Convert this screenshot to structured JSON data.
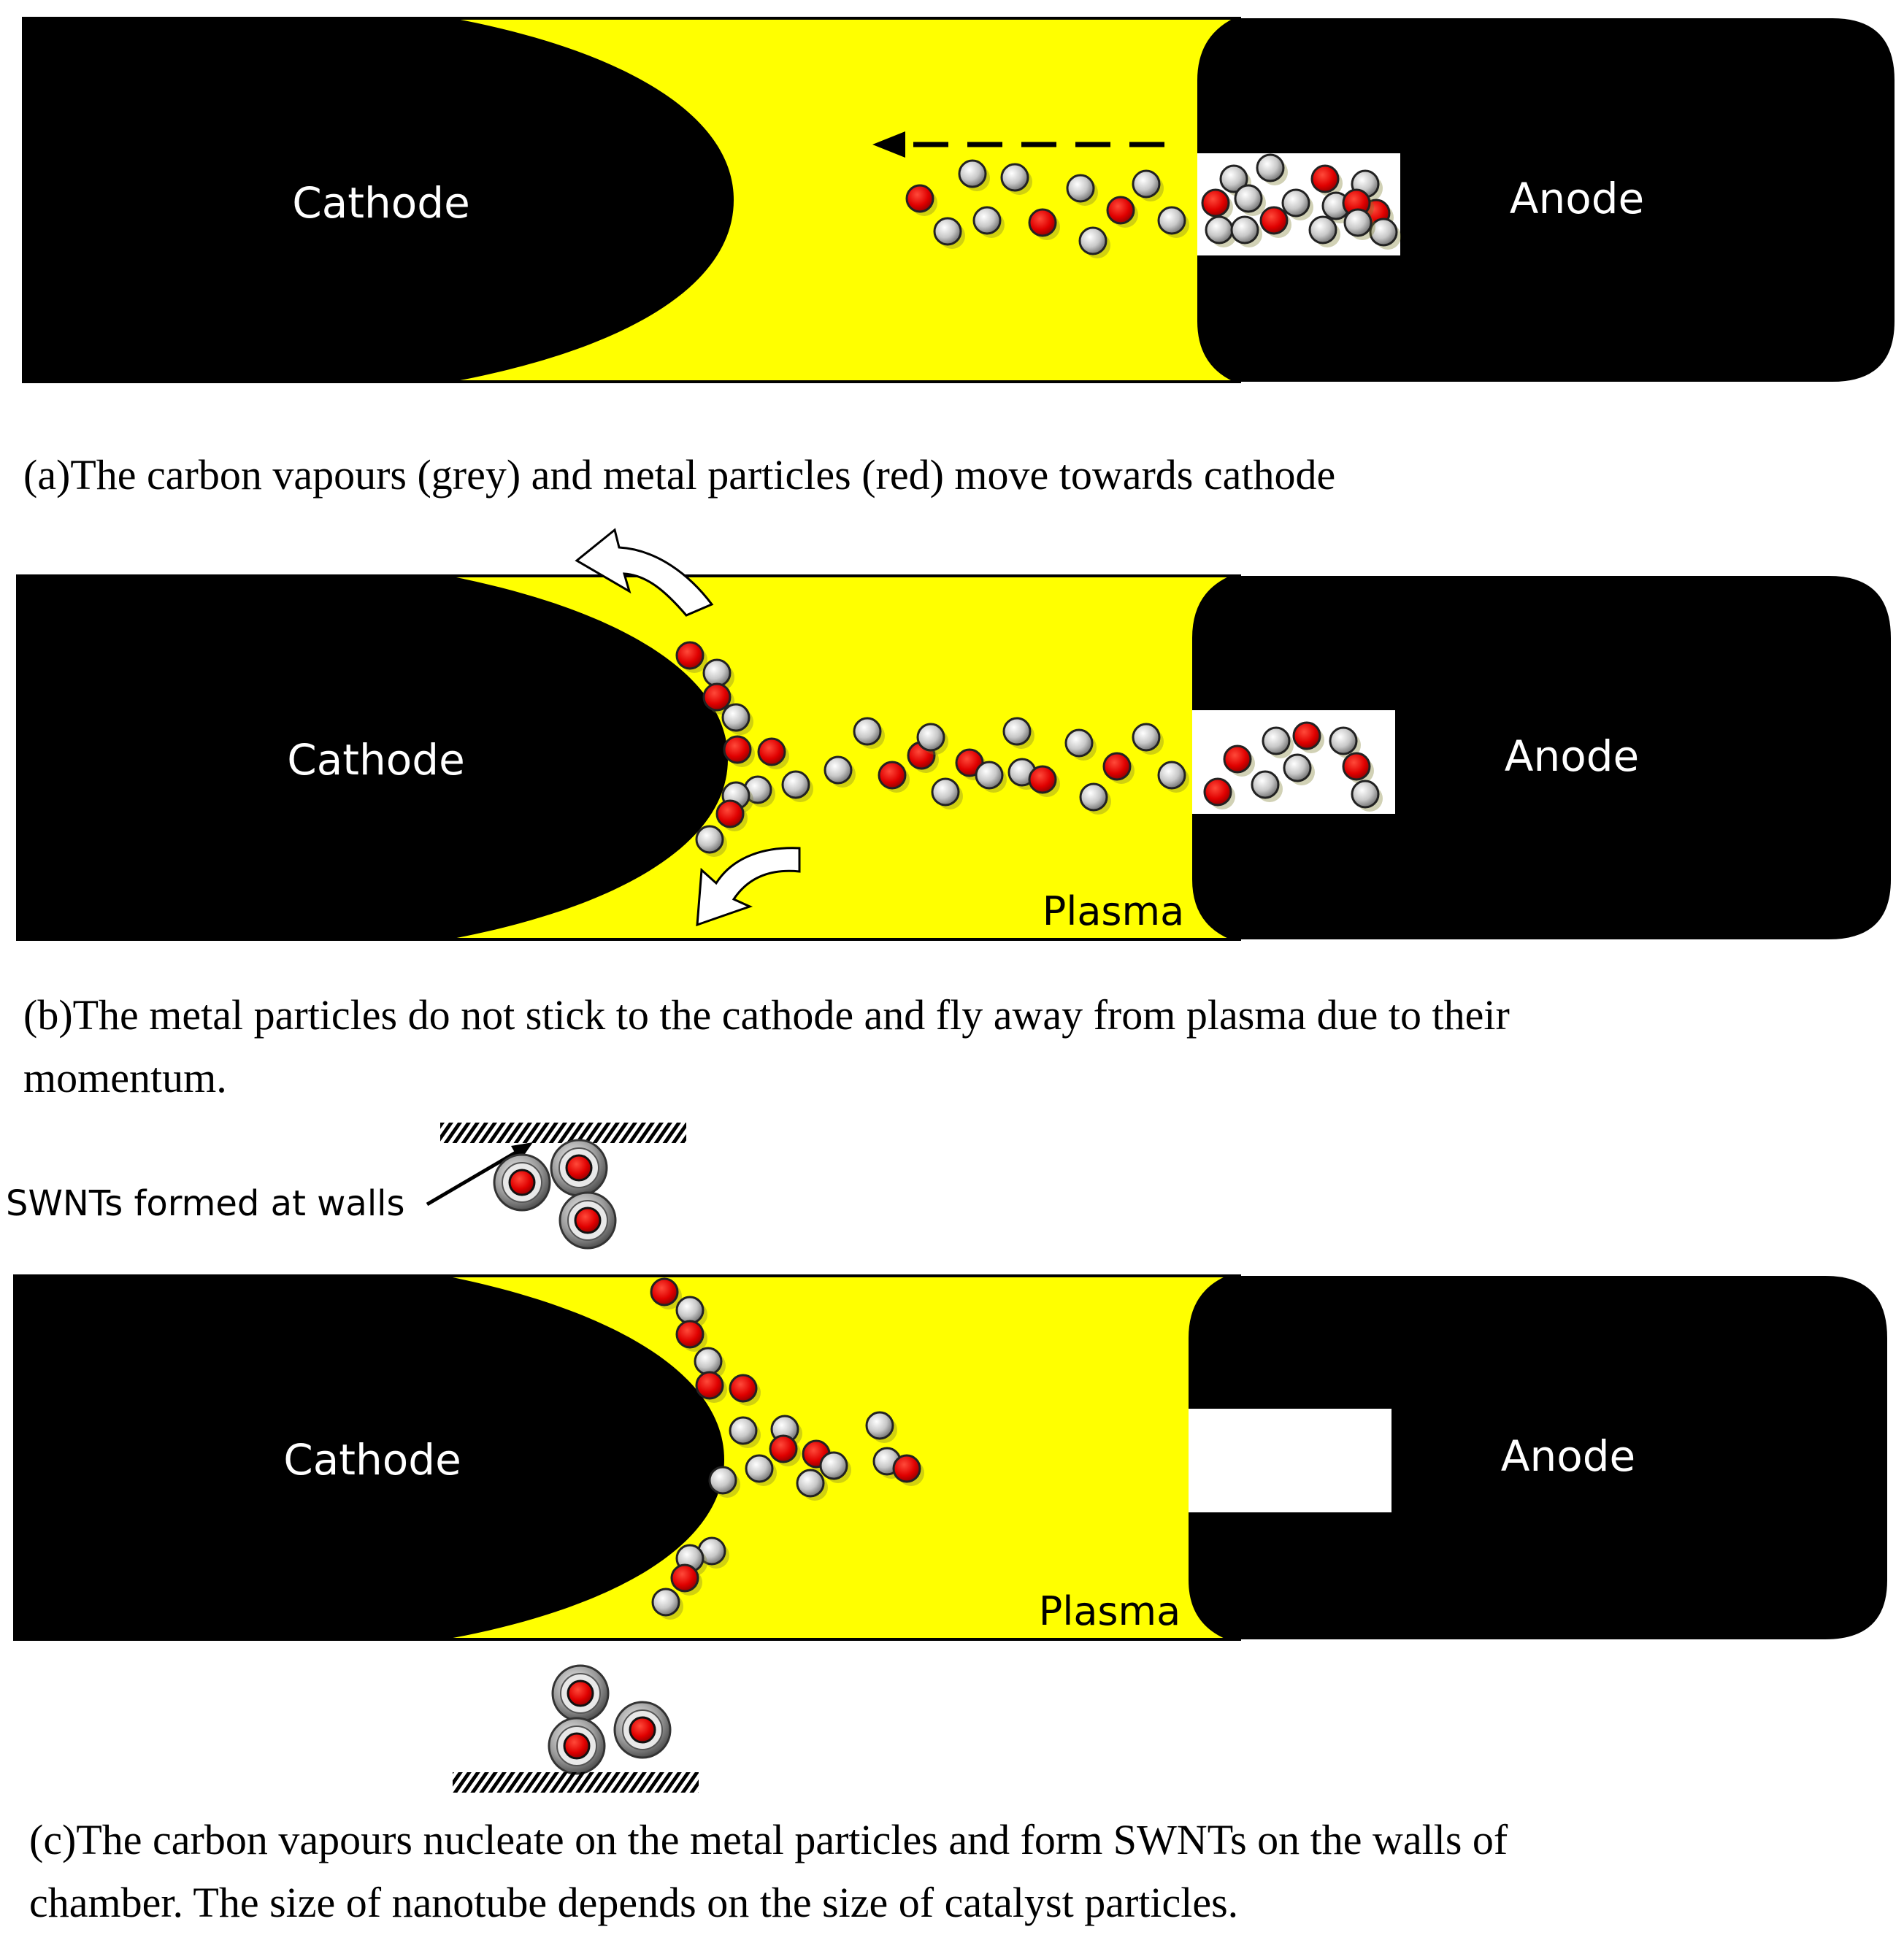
{
  "colors": {
    "electrode": "#000000",
    "plasma": "#ffff00",
    "carbon": "#c8c8c8",
    "metal": "#e00000",
    "label_on_dark": "#ffffff",
    "label_on_light": "#000000"
  },
  "panels": [
    {
      "id": "a",
      "cathode_label": "Cathode",
      "anode_label": "Anode",
      "plasma_label": "",
      "caption": "(a)The carbon vapours (grey) and metal particles (red) move towards cathode"
    },
    {
      "id": "b",
      "cathode_label": "Cathode",
      "anode_label": "Anode",
      "plasma_label": "Plasma",
      "caption_line1": "(b)The metal particles do not stick to the cathode and fly away from plasma due to their",
      "caption_line2": "momentum."
    },
    {
      "id": "c",
      "cathode_label": "Cathode",
      "anode_label": "Anode",
      "plasma_label": "Plasma",
      "wall_annotation": "SWNTs formed at walls",
      "caption_line1": "(c)The carbon vapours nucleate on the metal particles and form SWNTs on the walls of",
      "caption_line2": "chamber. The size of nanotube depends on the size of catalyst particles."
    }
  ],
  "icons": {
    "flow_arrow": "dashed-left-arrow-icon",
    "deflect_arrow": "curved-arrow-icon",
    "wall": "hatched-wall-icon",
    "swnt": "swnt-particle-icon"
  }
}
